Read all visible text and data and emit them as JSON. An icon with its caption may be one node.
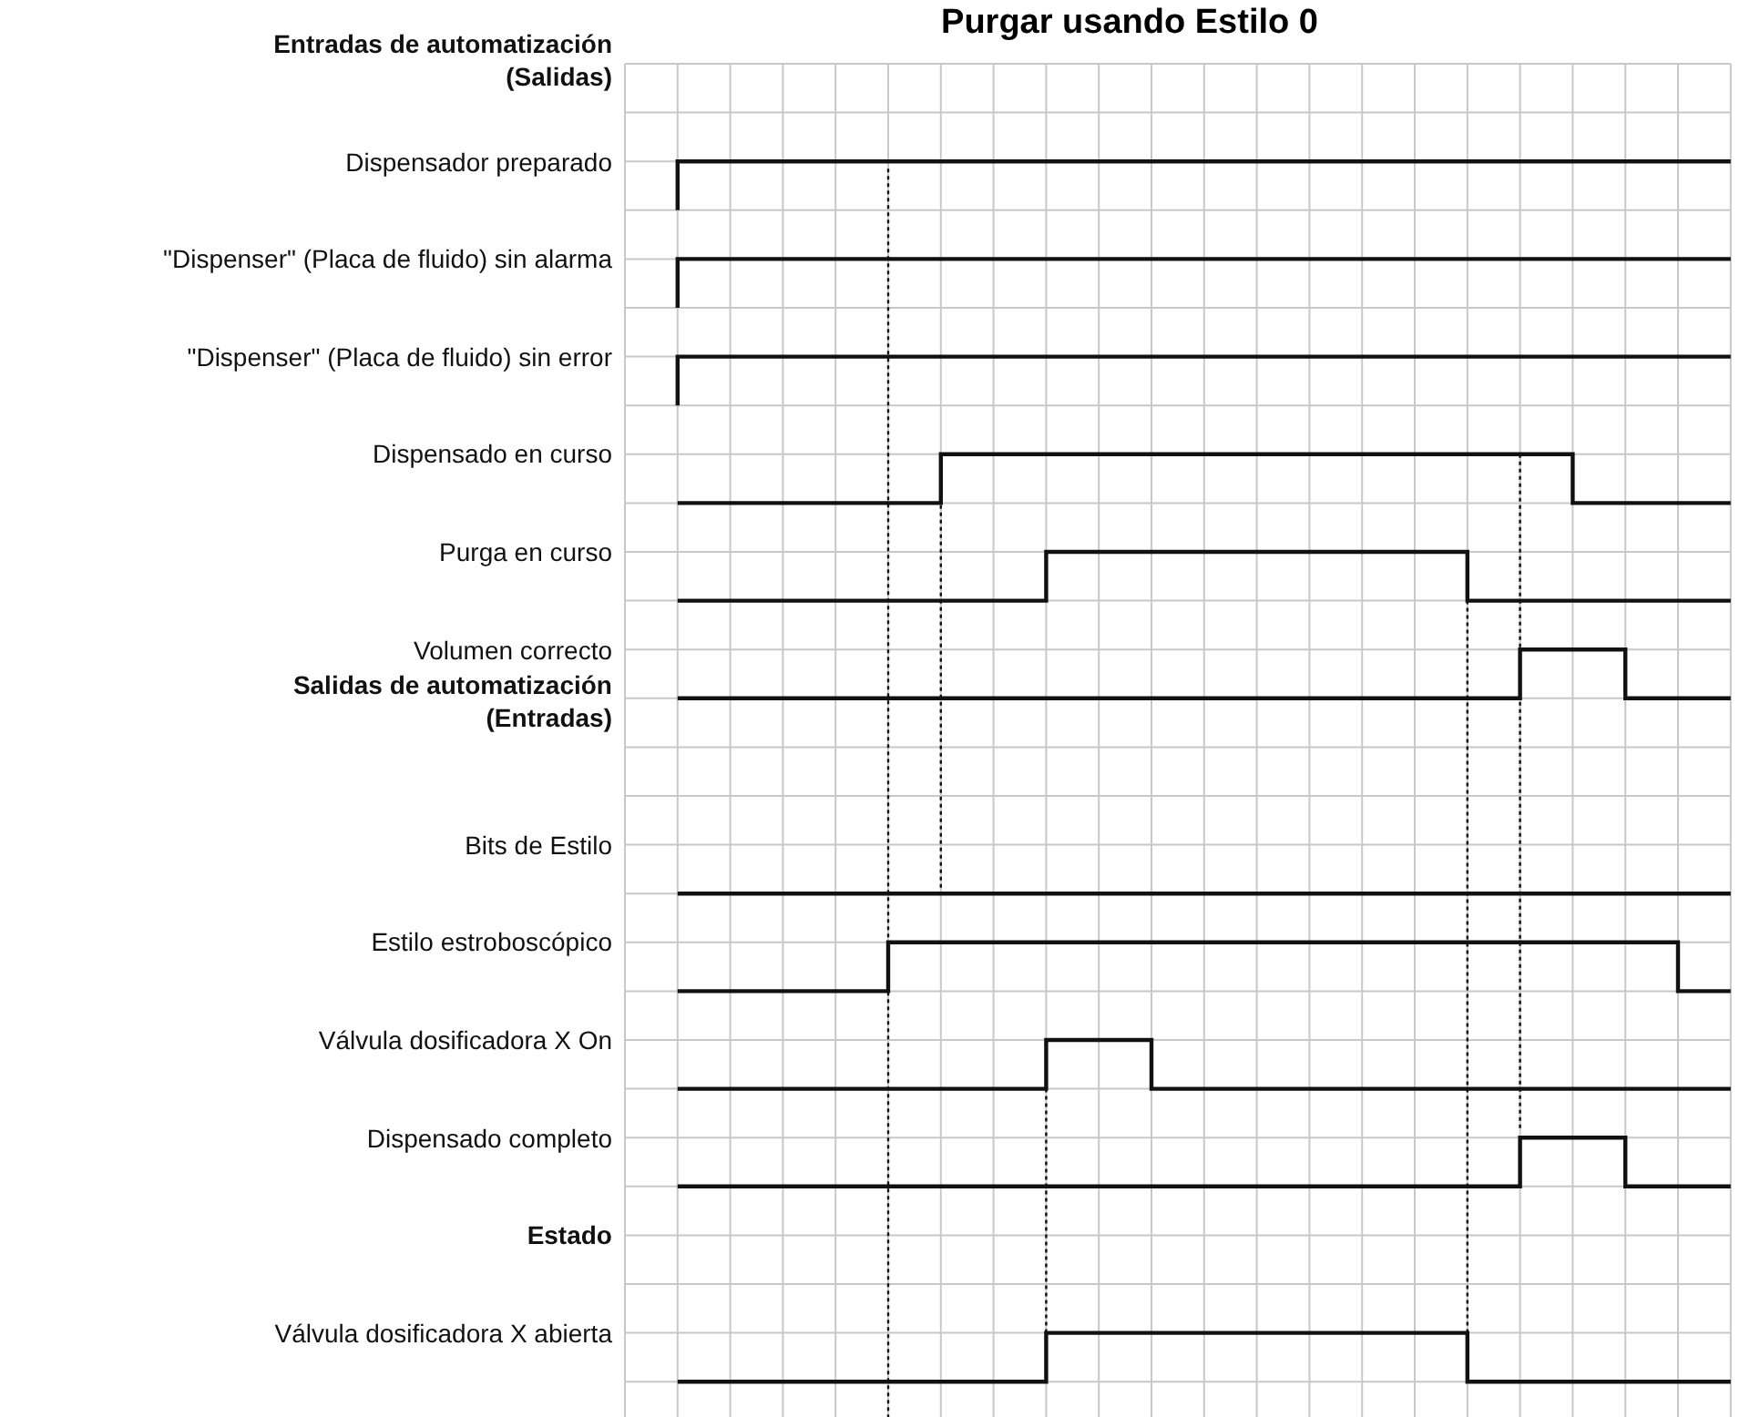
{
  "diagram": {
    "title": "Purgar usando Estilo 0",
    "labels": [
      "Entradas de automatización (Salidas)",
      "Dispensador preparado",
      "\"Dispenser\" (Placa de fluido) sin alarma",
      "\"Dispenser\" (Placa de fluido) sin error",
      "Dispensado en curso",
      "Purga en curso",
      "Volumen correcto",
      "Salidas de automatización (Entradas)",
      "Bits de Estilo",
      "Estilo estroboscópico",
      "Válvula dosificadora X On",
      "Dispensado completo",
      "Estado",
      "Válvula dosificadora X abierta"
    ]
  }
}
